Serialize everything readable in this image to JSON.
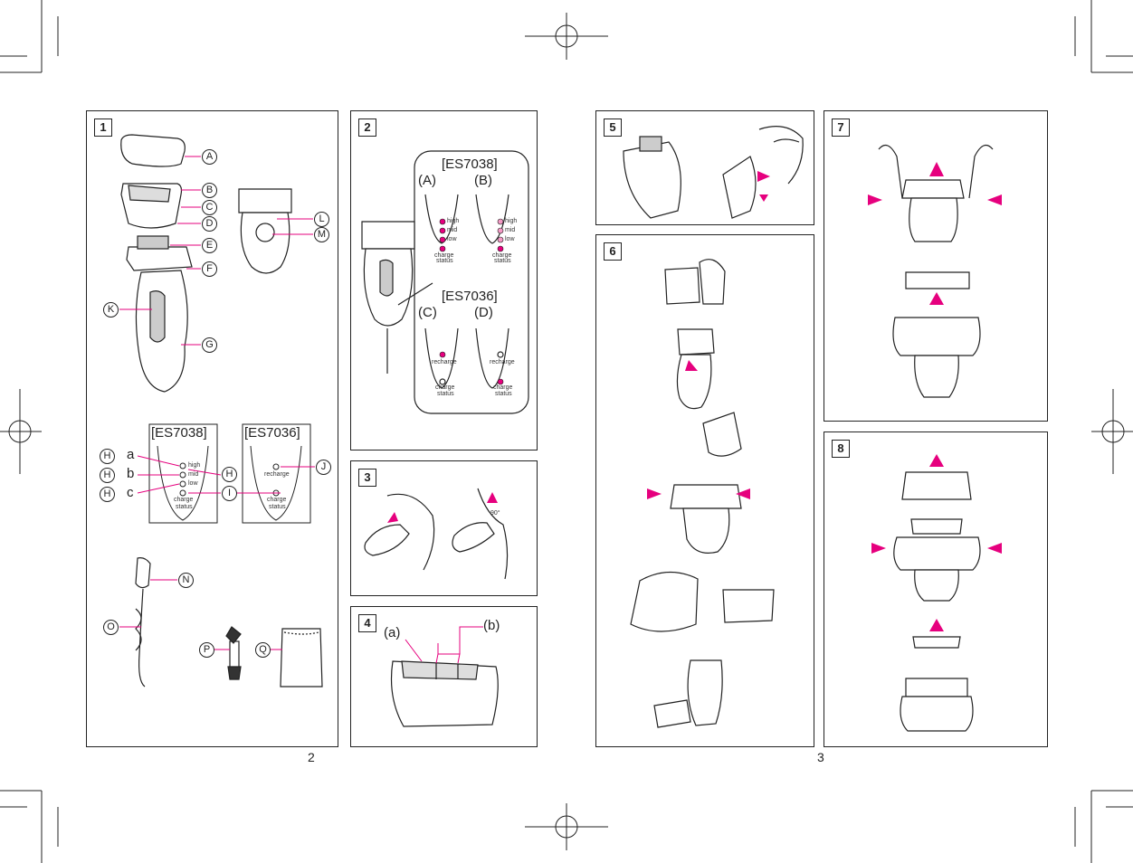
{
  "page_numbers": {
    "left": "2",
    "right": "3"
  },
  "panels": {
    "p1": {
      "step": "1",
      "parts": {
        "A": "A",
        "B": "B",
        "C": "C",
        "D": "D",
        "E": "E",
        "F": "F",
        "G": "G",
        "K": "K",
        "L": "L",
        "M": "M",
        "N": "N",
        "O": "O",
        "P": "P",
        "Q": "Q",
        "H": "H",
        "I": "I",
        "J": "J"
      },
      "models": {
        "es7038": "[ES7038]",
        "es7036": "[ES7036]"
      },
      "sub": {
        "a": "a",
        "b": "b",
        "c": "c"
      },
      "indicators": {
        "high": "high",
        "mid": "mid",
        "low": "low",
        "charge": "charge",
        "status": "status",
        "recharge": "recharge"
      }
    },
    "p2": {
      "step": "2",
      "models": {
        "es7038": "[ES7038]",
        "es7036": "[ES7036]"
      },
      "labels": {
        "A": "(A)",
        "B": "(B)",
        "C": "(C)",
        "D": "(D)"
      },
      "indicators": {
        "high": "high",
        "mid": "mid",
        "low": "low",
        "charge": "charge",
        "status": "status",
        "recharge": "recharge"
      }
    },
    "p3": {
      "step": "3",
      "angle": "90°"
    },
    "p4": {
      "step": "4",
      "a": "(a)",
      "b": "(b)"
    },
    "p5": {
      "step": "5"
    },
    "p6": {
      "step": "6"
    },
    "p7": {
      "step": "7"
    },
    "p8": {
      "step": "8"
    }
  },
  "colors": {
    "accent": "#e6007e",
    "line": "#222222"
  }
}
